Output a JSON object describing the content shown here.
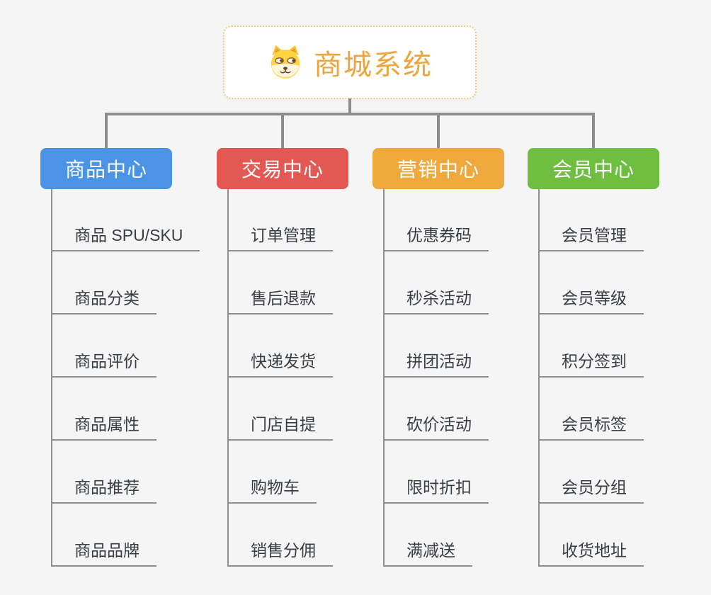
{
  "page": {
    "background_color": "#f5f5f5",
    "connector_color": "#8c8c8c",
    "underline_color": "#8f8f8f",
    "leaf_text_color": "#3a3e44"
  },
  "root": {
    "title": "商城系统",
    "icon": "dog-face-icon",
    "text_color": "#efa43b",
    "border_color": "#f3c57e"
  },
  "branches": [
    {
      "label": "商品中心",
      "color": "#4b94e5",
      "items": [
        "商品 SPU/SKU",
        "商品分类",
        "商品评价",
        "商品属性",
        "商品推荐",
        "商品品牌"
      ]
    },
    {
      "label": "交易中心",
      "color": "#e45853",
      "items": [
        "订单管理",
        "售后退款",
        "快递发货",
        "门店自提",
        "购物车",
        "销售分佣"
      ]
    },
    {
      "label": "营销中心",
      "color": "#eea83c",
      "items": [
        "优惠券码",
        "秒杀活动",
        "拼团活动",
        "砍价活动",
        "限时折扣",
        "满减送"
      ]
    },
    {
      "label": "会员中心",
      "color": "#6ebe40",
      "items": [
        "会员管理",
        "会员等级",
        "积分签到",
        "会员标签",
        "会员分组",
        "收货地址"
      ]
    }
  ]
}
